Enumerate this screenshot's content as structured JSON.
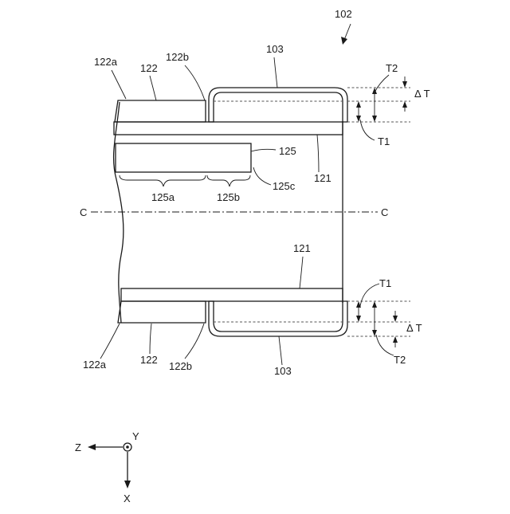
{
  "figure_number": "102",
  "colors": {
    "line": "#1a1a1a",
    "background": "#ffffff"
  },
  "labels": {
    "top_122a": "122a",
    "top_122": "122",
    "top_122b": "122b",
    "top_103": "103",
    "top_125": "125",
    "top_125a": "125a",
    "top_125b": "125b",
    "top_125c": "125c",
    "top_121": "121",
    "top_T2": "T2",
    "top_T1": "T1",
    "top_dT": "Δ T",
    "center_left": "C",
    "center_right": "C",
    "bot_121": "121",
    "bot_T1": "T1",
    "bot_dT": "Δ T",
    "bot_T2": "T2",
    "bot_122a": "122a",
    "bot_122": "122",
    "bot_122b": "122b",
    "bot_103": "103"
  },
  "axes": {
    "z": "Z",
    "y": "Y",
    "x": "X"
  }
}
